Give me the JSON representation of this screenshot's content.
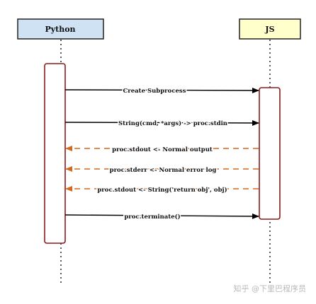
{
  "actors": [
    {
      "id": "python",
      "label": "Python",
      "fill": "#cfe2f3"
    },
    {
      "id": "js",
      "label": "JS",
      "fill": "#ffffcc"
    }
  ],
  "messages": [
    {
      "label": "Create Subprocess",
      "from": "python",
      "to": "js",
      "style": "solid"
    },
    {
      "label": "String(cmd, *args) -> proc.stdin",
      "from": "python",
      "to": "js",
      "style": "solid"
    },
    {
      "label": "proc.stdout <- Normal output",
      "from": "js",
      "to": "python",
      "style": "dashed"
    },
    {
      "label": "proc.stderr <- Normal error log",
      "from": "js",
      "to": "python",
      "style": "dashed"
    },
    {
      "label": "proc.stdout <- String('return obj', obj)",
      "from": "js",
      "to": "python",
      "style": "dashed"
    },
    {
      "label": "proc.terminate()",
      "from": "python",
      "to": "js",
      "style": "solid"
    }
  ],
  "colors": {
    "solid_arrow": "#000000",
    "return_arrow": "#d2691e",
    "activation_border": "#8b1a1a"
  },
  "watermark": "知乎 @下里巴程序员"
}
